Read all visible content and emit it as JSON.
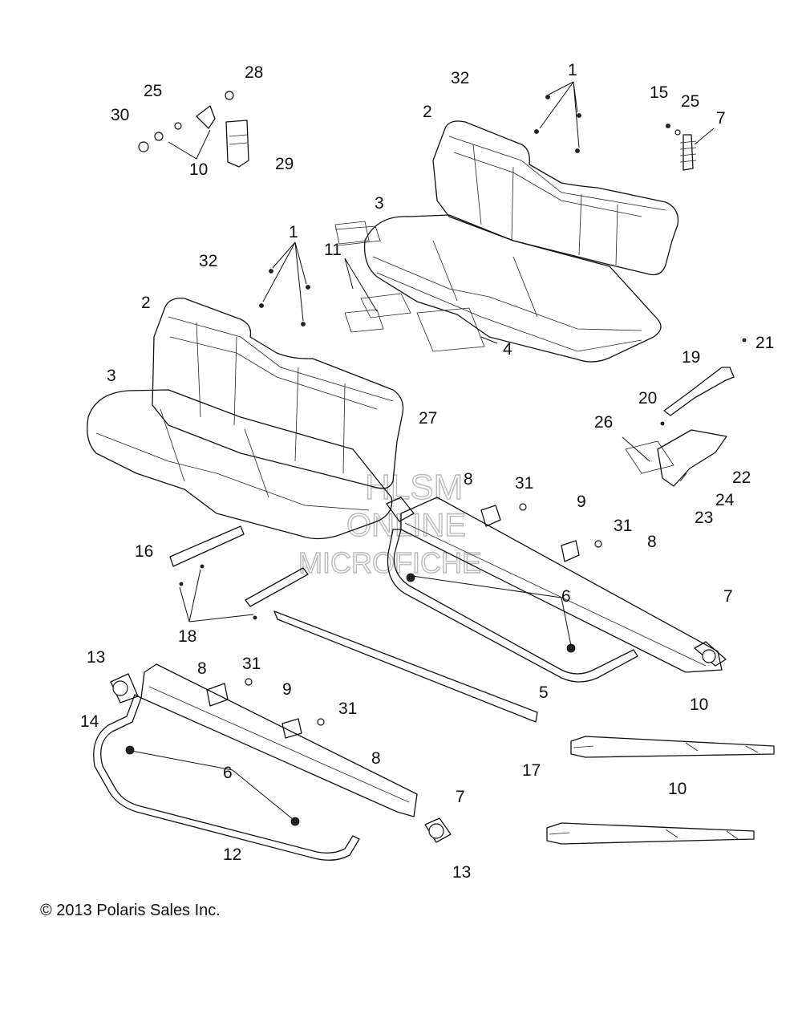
{
  "copyright": "© 2013 Polaris Sales Inc.",
  "watermark": [
    "HLSM",
    "ONLINE",
    "MICROFICHE"
  ],
  "callouts": [
    "1",
    "1",
    "2",
    "2",
    "3",
    "3",
    "4",
    "5",
    "6",
    "6",
    "7",
    "7",
    "7",
    "8",
    "8",
    "8",
    "8",
    "9",
    "9",
    "10",
    "10",
    "10",
    "11",
    "12",
    "13",
    "13",
    "14",
    "15",
    "16",
    "17",
    "18",
    "19",
    "20",
    "21",
    "22",
    "23",
    "24",
    "25",
    "25",
    "26",
    "27",
    "28",
    "29",
    "30",
    "31",
    "31",
    "31",
    "31",
    "32",
    "32"
  ]
}
